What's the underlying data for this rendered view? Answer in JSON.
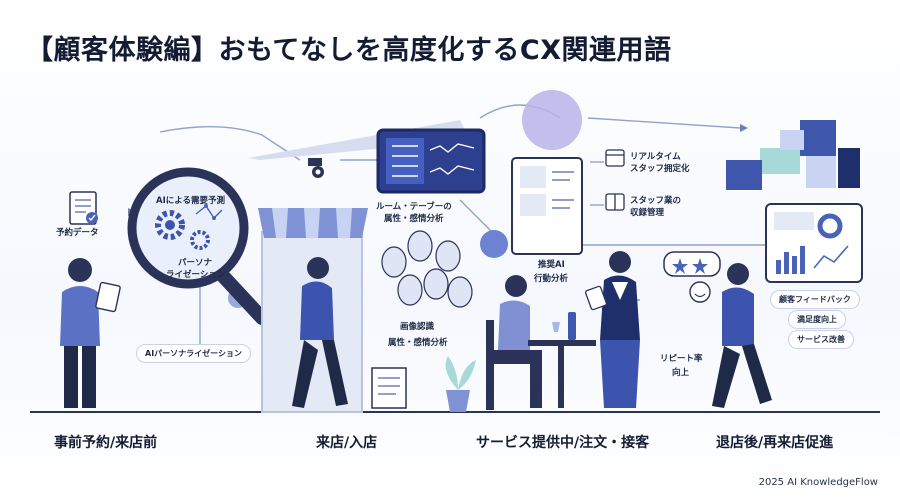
{
  "title": "【顧客体験編】おもてなしを高度化するCX関連用語",
  "phases": [
    {
      "label": "事前予約/来店前"
    },
    {
      "label": "来店/入店"
    },
    {
      "label": "サービス提供中/注文・接客"
    },
    {
      "label": "退店後/再来店促進"
    }
  ],
  "labels": {
    "reservation_data": "予約データ",
    "demand_forecast": "AIによる需要予測",
    "personalization_line1": "パーソナ",
    "personalization_line2": "ライゼーション",
    "ai_personalization": "AIパーソナライゼーション",
    "room_table_line1": "ルーム・テーブーの",
    "room_table_line2": "属性・感情分析",
    "image_recognition_line1": "画像認識",
    "image_recognition_line2": "属性・感情分析",
    "recommend_ai_line1": "推奨AI",
    "recommend_ai_line2": "行動分析",
    "realtime_line1": "リアルタイム",
    "realtime_line2": "スタッフ拥定化",
    "staff_line1": "スタッフ業の",
    "staff_line2": "収録管理",
    "customer_feedback": "顧客フィードバック",
    "satisfaction_up": "満足度向上",
    "service_improve": "サービス改善",
    "repeat_line1": "リピート率",
    "repeat_line2": "向上"
  },
  "credit": "2025 AI KnowledgeFlow",
  "colors": {
    "navy": "#1f2f6b",
    "blue": "#4a63b8",
    "light_blue": "#c9d4f3",
    "lavender": "#b9b3e8",
    "teal": "#a8d9d9"
  }
}
